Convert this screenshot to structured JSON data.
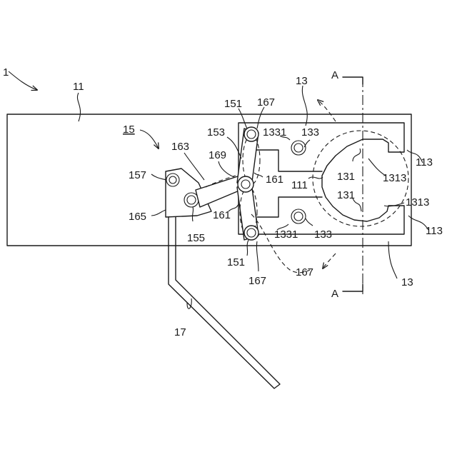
{
  "figure": {
    "labels": {
      "ref_1": "1",
      "ref_11": "11",
      "ref_13_top": "13",
      "ref_13_bottom": "13",
      "ref_15": "15",
      "ref_17": "17",
      "ref_111": "111",
      "ref_113_top": "113",
      "ref_113_bottom": "113",
      "ref_131_top": "131",
      "ref_131_bottom": "131",
      "ref_133_top": "133",
      "ref_133_bottom": "133",
      "ref_1313_top": "1313",
      "ref_1313_bottom": "1313",
      "ref_1331_top": "1331",
      "ref_1331_bottom": "1331",
      "ref_151_top": "151",
      "ref_151_bottom": "151",
      "ref_153": "153",
      "ref_155": "155",
      "ref_157": "157",
      "ref_161_upper": "161",
      "ref_161_lower": "161",
      "ref_163": "163",
      "ref_165": "165",
      "ref_167_top": "167",
      "ref_167_bottom": "167",
      "ref_167_dashed": "167",
      "ref_169": "169",
      "section_a_top": "A",
      "section_a_bottom": "A"
    }
  }
}
